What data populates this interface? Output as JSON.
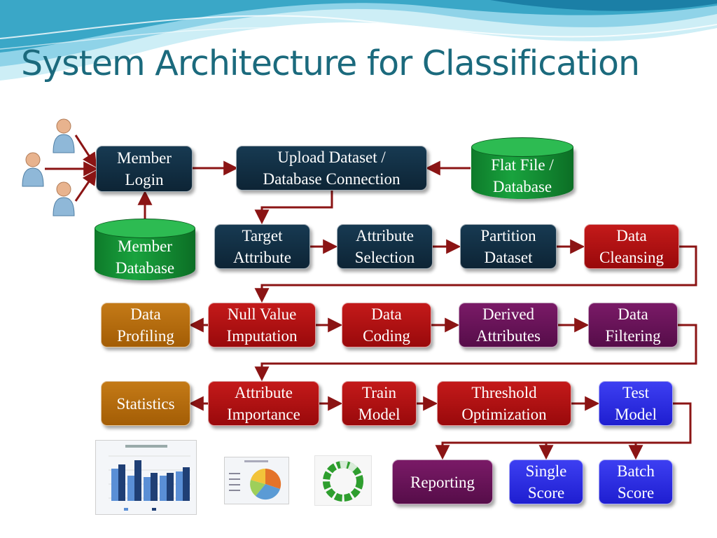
{
  "title": "System Architecture for Classification",
  "nodes": {
    "member_login": "Member\nLogin",
    "upload_dataset": "Upload Dataset /\nDatabase Connection",
    "flat_file": "Flat File /\nDatabase",
    "member_database": "Member\nDatabase",
    "target_attribute": "Target\nAttribute",
    "attribute_selection": "Attribute\nSelection",
    "partition_dataset": "Partition\nDataset",
    "data_cleansing": "Data\nCleansing",
    "data_profiling": "Data\nProfiling",
    "null_value_imputation": "Null Value\nImputation",
    "data_coding": "Data\nCoding",
    "derived_attributes": "Derived\nAttributes",
    "data_filtering": "Data\nFiltering",
    "statistics": "Statistics",
    "attribute_importance": "Attribute\nImportance",
    "train_model": "Train\nModel",
    "threshold_optimization": "Threshold\nOptimization",
    "test_model": "Test\nModel",
    "reporting": "Reporting",
    "single_score": "Single\nScore",
    "batch_score": "Batch\nScore"
  },
  "colors": {
    "title": "#1b6a7d",
    "arrow": "#8b1414",
    "navy": "#102b3f",
    "red": "#b01212",
    "purple": "#6a1459",
    "orange": "#b56a0e",
    "blue": "#2b2be6",
    "green": "#16943a"
  },
  "icons": {
    "users": "user-icon",
    "bar_chart": "bar-chart-thumbnail",
    "pie_chart": "pie-chart-thumbnail",
    "ring_chart": "ring-chart-thumbnail"
  }
}
